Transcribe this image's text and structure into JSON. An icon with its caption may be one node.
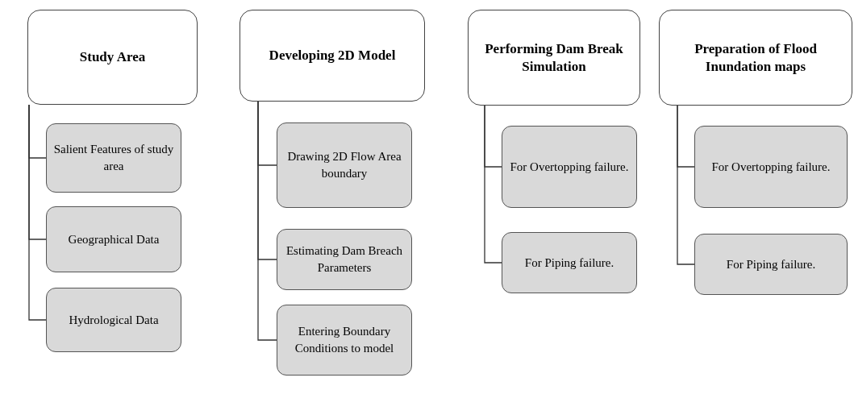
{
  "diagram": {
    "nodes": [
      {
        "text": [
          "Study Area"
        ]
      },
      {
        "text": [
          "Salient Features of study area"
        ]
      },
      {
        "text": [
          "Geographical Data"
        ]
      },
      {
        "text": [
          "Hydrological Data"
        ]
      },
      {
        "text": [
          "Developing 2D Model"
        ]
      },
      {
        "text": [
          "Drawing 2D Flow Area boundary"
        ]
      },
      {
        "text": [
          "Estimating Dam Breach Parameters"
        ]
      },
      {
        "text": [
          "Entering Boundary Conditions to model"
        ]
      },
      {
        "text": [
          "Performing Dam Break Simulation"
        ]
      },
      {
        "text": [
          "For Overtopping failure."
        ]
      },
      {
        "text": [
          "For Piping failure."
        ]
      },
      {
        "text": [
          "Preparation of Flood Inundation maps"
        ]
      },
      {
        "text": [
          "For Overtopping failure."
        ]
      },
      {
        "text": [
          "For Piping failure."
        ]
      }
    ],
    "edges": [
      {
        "from": 0,
        "to": 1,
        "arrow": "none"
      },
      {
        "from": 0,
        "to": 2,
        "arrow": "none"
      },
      {
        "from": 0,
        "to": 3,
        "arrow": "none"
      },
      {
        "from": 4,
        "to": 5,
        "arrow": "none"
      },
      {
        "from": 4,
        "to": 6,
        "arrow": "none"
      },
      {
        "from": 4,
        "to": 7,
        "arrow": "none"
      },
      {
        "from": 8,
        "to": 9,
        "arrow": "none"
      },
      {
        "from": 8,
        "to": 10,
        "arrow": "none"
      },
      {
        "from": 11,
        "to": 12,
        "arrow": "none"
      },
      {
        "from": 11,
        "to": 13,
        "arrow": "none"
      }
    ]
  }
}
